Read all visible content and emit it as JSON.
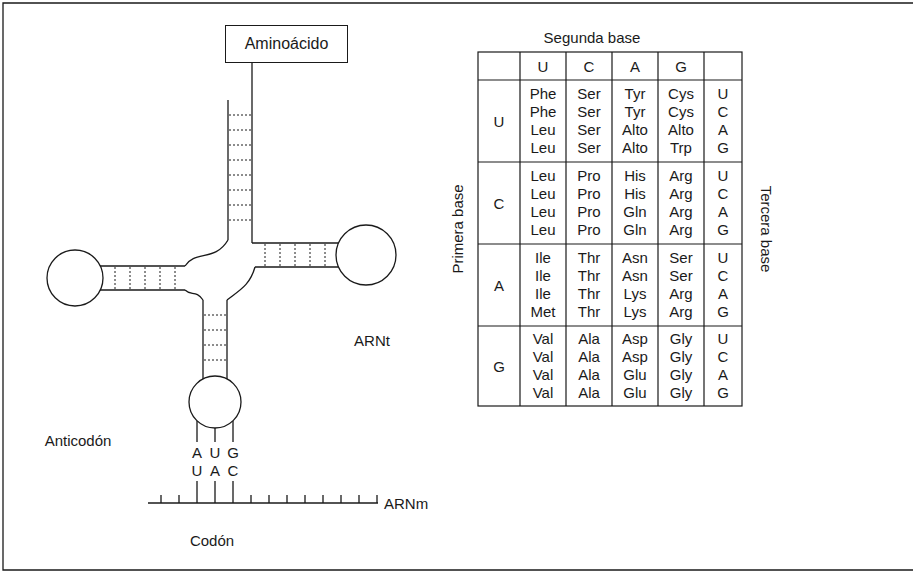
{
  "diagram": {
    "nodes": [
      {
        "text": [
          "Aminoácido"
        ]
      }
    ],
    "labels": [
      "ARNt",
      "Anticodón",
      "A",
      "U",
      "G",
      "U",
      "A",
      "C",
      "ARNm",
      "Codón",
      "Segunda base",
      "Primera base",
      "Tercera base",
      "U",
      "C",
      "A",
      "G",
      "U",
      "C",
      "A",
      "G",
      "Phe Phe Leu Leu",
      "Ser Ser Ser Ser",
      "Tyr Tyr Alto Alto",
      "Cys Cys Alto Trp",
      "Leu Leu Leu Leu",
      "Pro Pro Pro Pro",
      "His His Gln Gln",
      "Arg Arg Arg Arg",
      "Ile Ile Ile Met",
      "Thr Thr Thr Thr",
      "Asn Asn Lys Lys",
      "Ser Ser Arg Arg",
      "Val Val Val Val",
      "Ala Ala Ala Ala",
      "Asp Asp Glu Glu",
      "Gly Gly Gly Gly",
      "U C A G",
      "U C A G",
      "U C A G",
      "U C A G"
    ]
  }
}
